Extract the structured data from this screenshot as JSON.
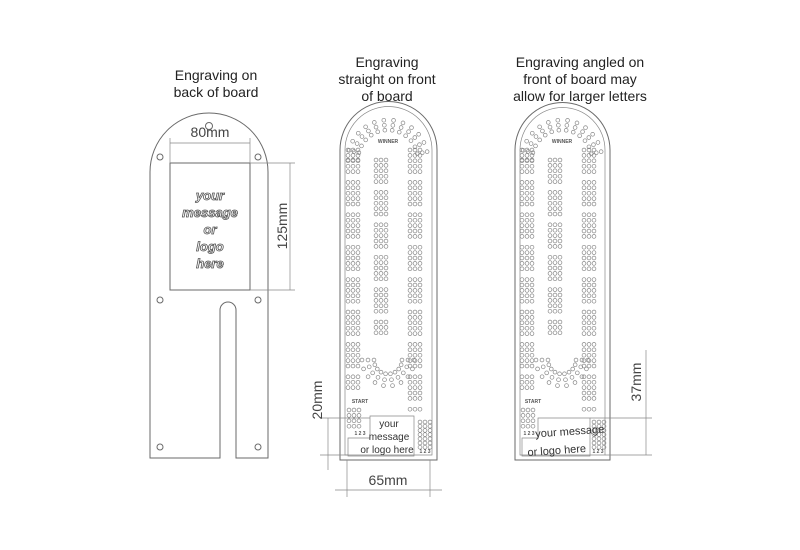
{
  "titles": {
    "back": [
      "Engraving on",
      "back of board"
    ],
    "front": [
      "Engraving",
      "straight on front",
      "of board"
    ],
    "angled": [
      "Engraving angled on",
      "front of board may",
      "allow for larger letters"
    ]
  },
  "back_board": {
    "message": [
      "your",
      "message",
      "or",
      "logo",
      "here"
    ],
    "width_dim": "80mm",
    "height_dim": "125mm"
  },
  "front_board": {
    "winner": "WINNER",
    "start": "START",
    "pegs": "1 2 3",
    "message": [
      "your",
      "message",
      "or logo here"
    ],
    "height_dim": "20mm",
    "width_dim": "65mm"
  },
  "angled_board": {
    "winner": "WINNER",
    "start": "START",
    "pegs": "1 2 3",
    "message": [
      "your message",
      "or logo here"
    ],
    "height_dim": "37mm"
  }
}
